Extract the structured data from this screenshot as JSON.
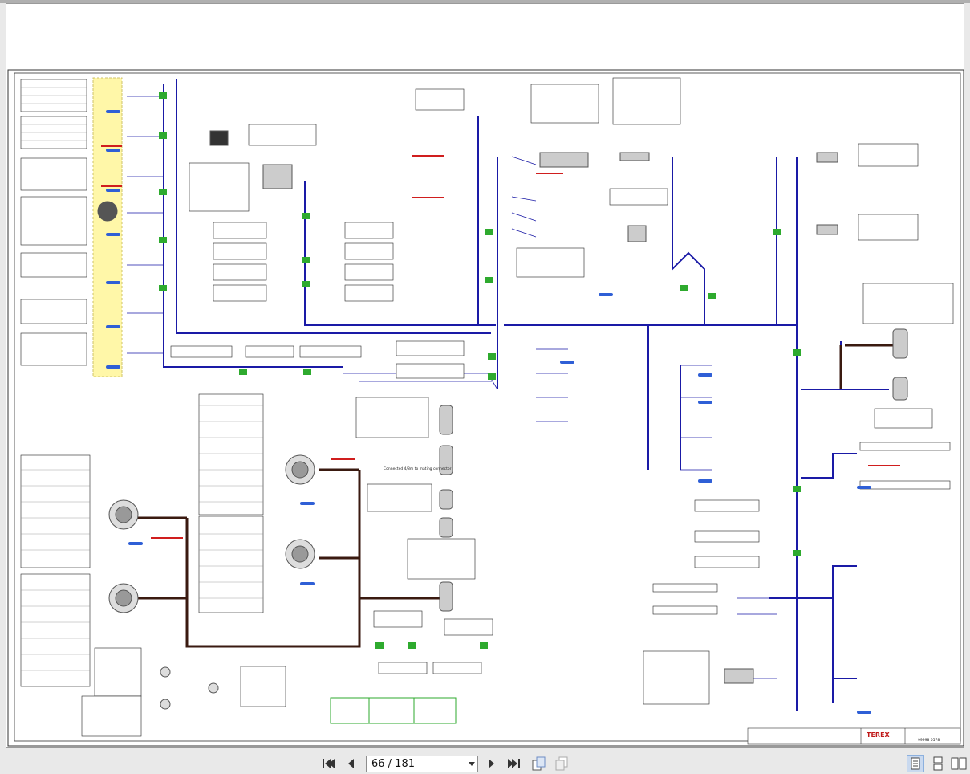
{
  "document": {
    "title_block": {
      "brand": "TEREX",
      "drawing_no": "99998 0578"
    },
    "schematic": {
      "note_heading": "Connected 4/8m to mating connector"
    }
  },
  "toolbar": {
    "page_indicator": "66 / 181",
    "first_page_icon": "skip-to-first-icon",
    "prev_page_icon": "previous-page-icon",
    "next_page_icon": "next-page-icon",
    "last_page_icon": "skip-to-last-icon",
    "dropdown_icon": "dropdown-caret-icon",
    "view_icons": [
      "single-page-view-icon",
      "continuous-view-icon",
      "facing-pages-view-icon"
    ]
  },
  "colors": {
    "wire": "#1a1aa6",
    "harness": "#3a1a10",
    "connector_label": "#2f5fd6",
    "green_tag": "#2eaa2e",
    "red_text": "#d01e1e",
    "highlight": "#fff7a8"
  }
}
